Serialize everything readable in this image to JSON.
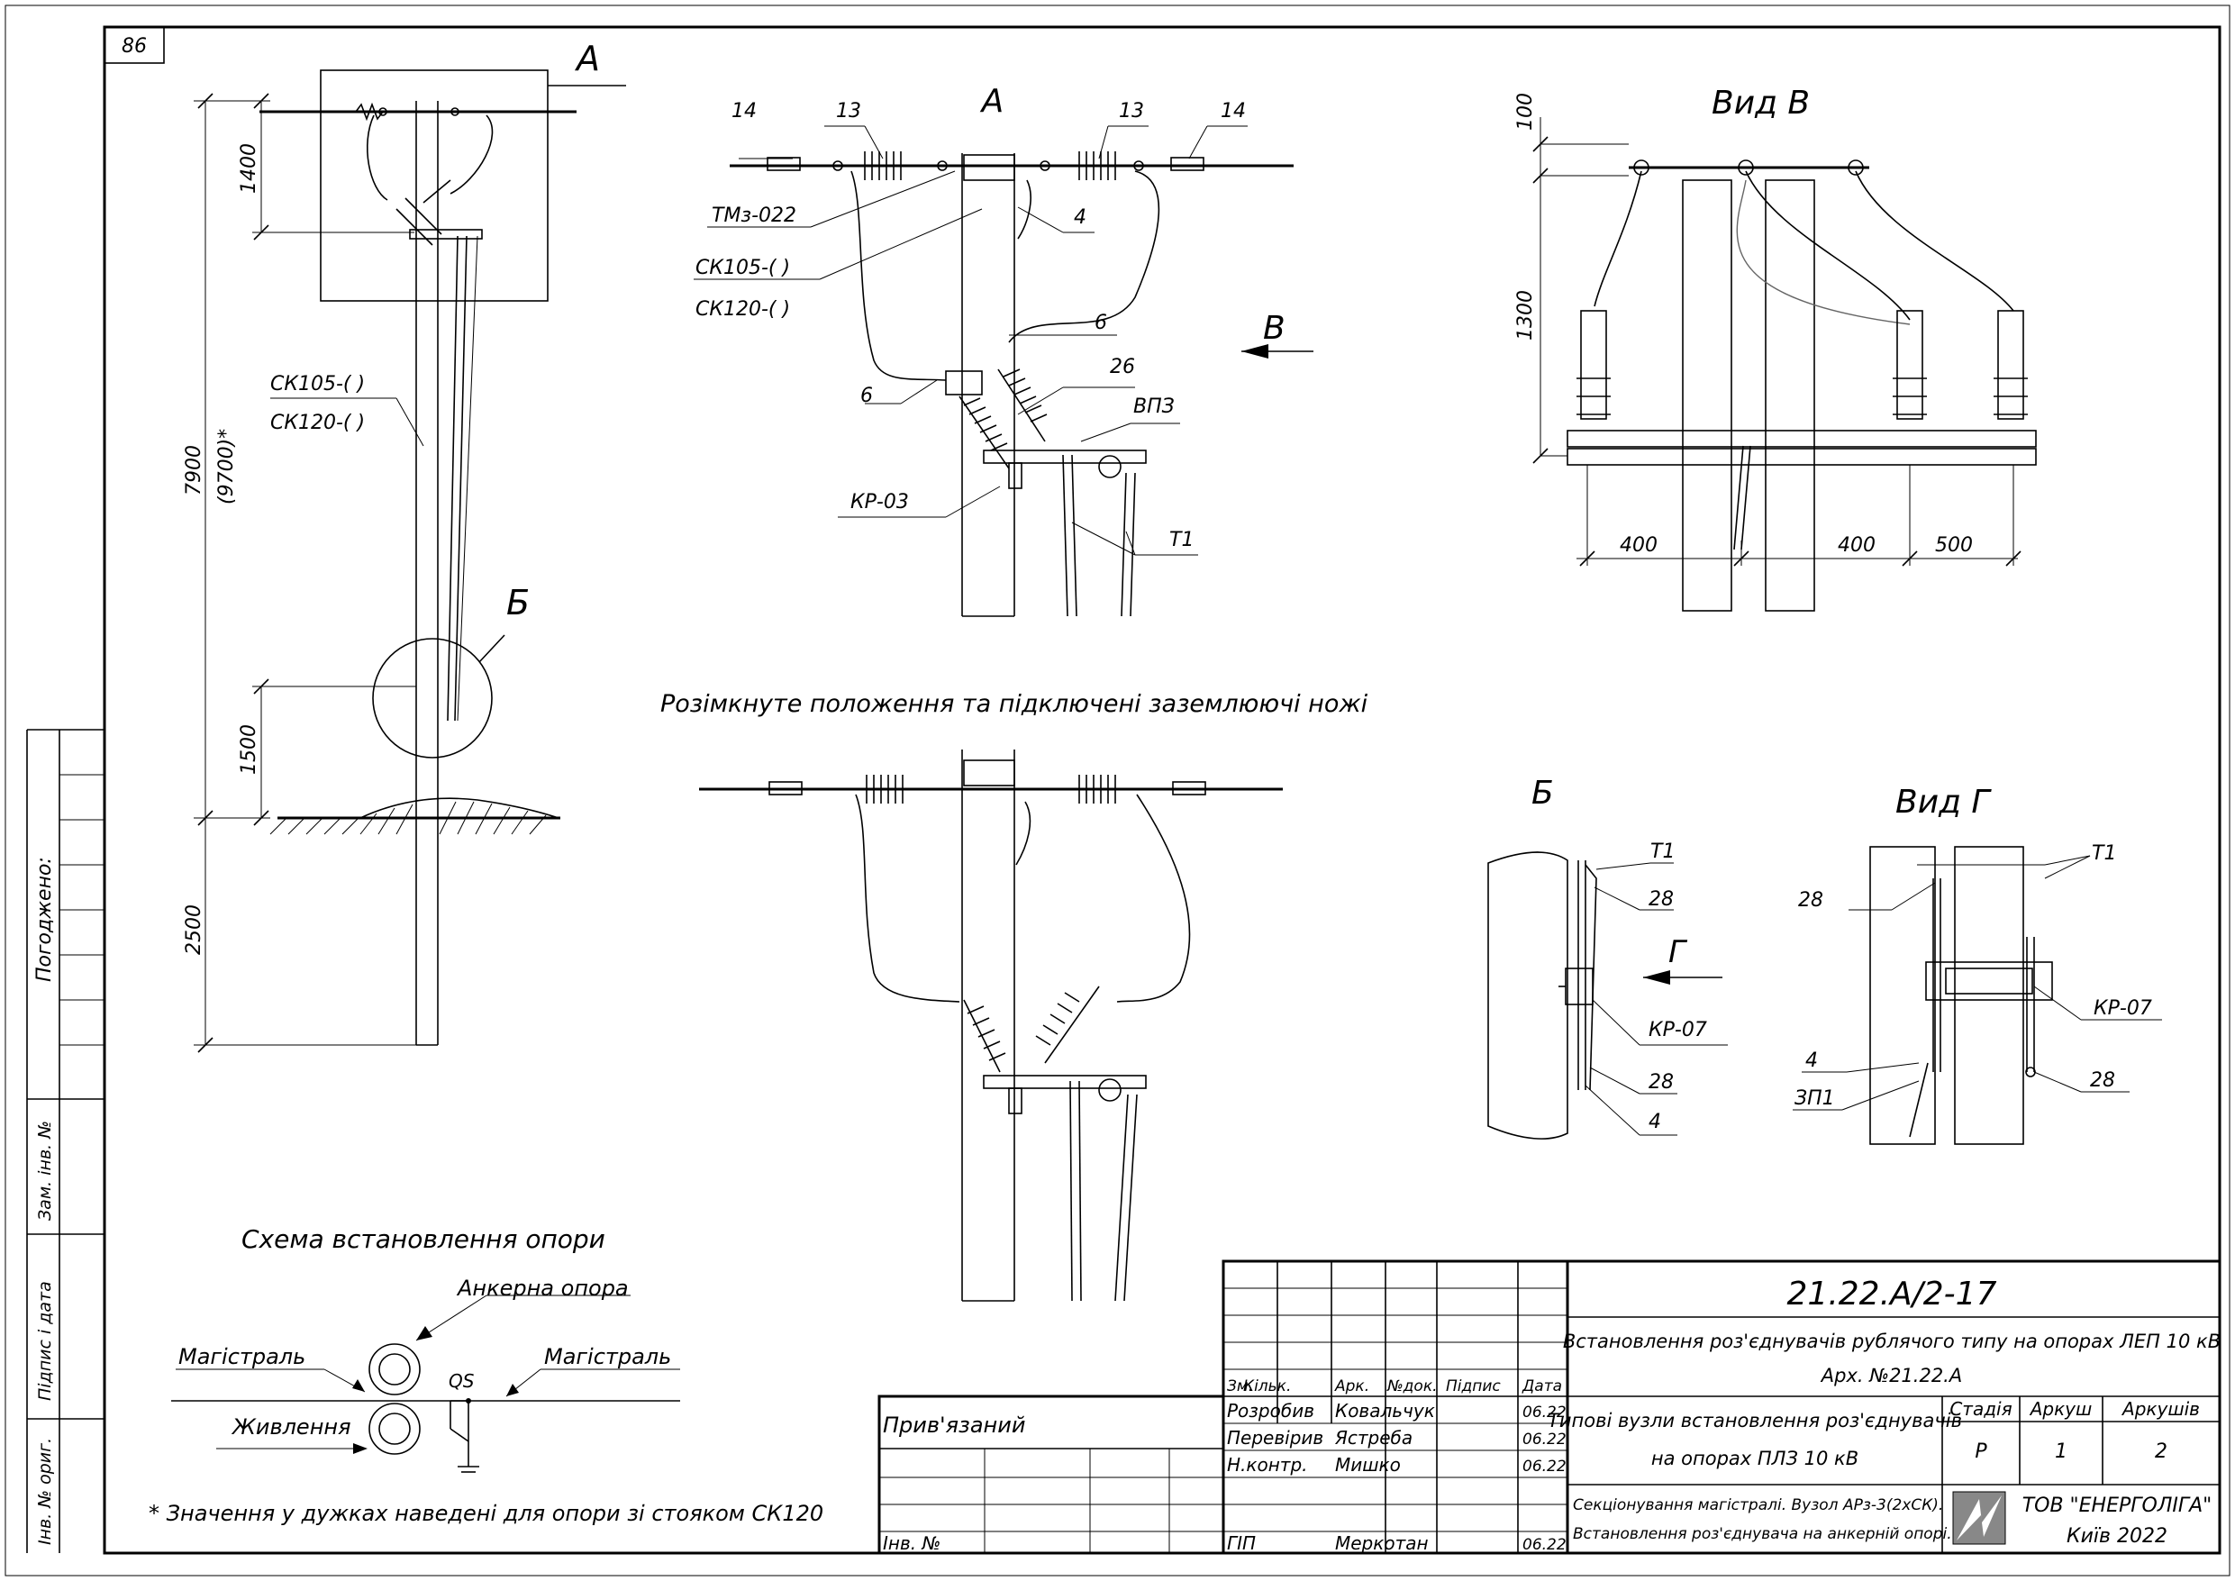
{
  "sheet_number": "86",
  "views": {
    "a_marker": "А",
    "view_a_title": "А",
    "view_b_title": "Вид В",
    "b_marker": "Б",
    "b_detail_title": "Б",
    "view_g_title": "Вид Г",
    "b_arrow": "В",
    "g_arrow": "Г",
    "open_position_caption": "Розімкнуте положення та підключені заземлюючі ножі"
  },
  "pole_view": {
    "dims": [
      "1400",
      "7900",
      "(9700)*",
      "1500",
      "2500"
    ],
    "pole_labels": [
      "СК105-(   )",
      "СК120-(   )"
    ]
  },
  "view_a": {
    "labels": {
      "item14_left": "14",
      "item13_left": "13",
      "item13_right": "13",
      "item14_right": "14",
      "tmz": "ТМз-022",
      "sk105": "СК105-(   )",
      "sk120": "СК120-(   )",
      "item4": "4",
      "item6_right": "6",
      "item6_left": "6",
      "item26": "26",
      "vpz": "ВПЗ",
      "kr03": "КР-03",
      "t1": "Т1"
    }
  },
  "view_b": {
    "dims": [
      "100",
      "1300",
      "400",
      "400",
      "500"
    ]
  },
  "detail_b": {
    "labels": [
      "Т1",
      "28",
      "КР-07",
      "28",
      "4"
    ]
  },
  "view_g": {
    "labels": [
      "Т1",
      "28",
      "КР-07",
      "4",
      "ЗП1",
      "28"
    ]
  },
  "scheme": {
    "title": "Схема встановлення опори",
    "anchor": "Анкерна опора",
    "main_left": "Магістраль",
    "main_right": "Магістраль",
    "feed": "Живлення",
    "qs": "QS"
  },
  "footnote": "* Значення у дужках наведені для опори зі стояком СК120",
  "side_stamp": {
    "agreed": "Погоджено:",
    "replace_inv": "Зам. інв. №",
    "sign_date": "Підпис і дата",
    "orig_inv": "Інв. № ориг."
  },
  "binding": {
    "title": "Прив'язаний",
    "inv": "Інв. №"
  },
  "title_block": {
    "doc_code": "21.22.А/2-17",
    "project": "Встановлення роз'єднувачів рублячого типу на опорах ЛЕП 10 кВ",
    "archive": "Арх. №21.22.А",
    "headers": [
      "Зм.",
      "Кільк.",
      "Арк.",
      "№док.",
      "Підпис",
      "Дата"
    ],
    "people": [
      {
        "role": "Розробив",
        "name": "Ковальчук",
        "date": "06.22"
      },
      {
        "role": "Перевірив",
        "name": "Ястреба",
        "date": "06.22"
      },
      {
        "role": "Н.контр.",
        "name": "Мишко",
        "date": "06.22"
      },
      {
        "role": "ГІП",
        "name": "Меркотан",
        "date": "06.22"
      }
    ],
    "sheet_title_1": "Типові вузли встановлення роз'єднувачів",
    "sheet_title_2": "на опорах ПЛЗ 10 кВ",
    "stage_label": "Стадія",
    "sheet_label": "Аркуш",
    "sheets_label": "Аркушів",
    "stage": "Р",
    "sheet": "1",
    "sheets": "2",
    "drawing_title_1": "Секціонування магістралі. Вузол АРз-3(2хСК).",
    "drawing_title_2": "Встановлення роз'єднувача на анкерній опорі.",
    "company": "ТОВ \"ЕНЕРГОЛІГА\"",
    "city": "Київ 2022",
    "logo_name": "energoliga-logo"
  }
}
